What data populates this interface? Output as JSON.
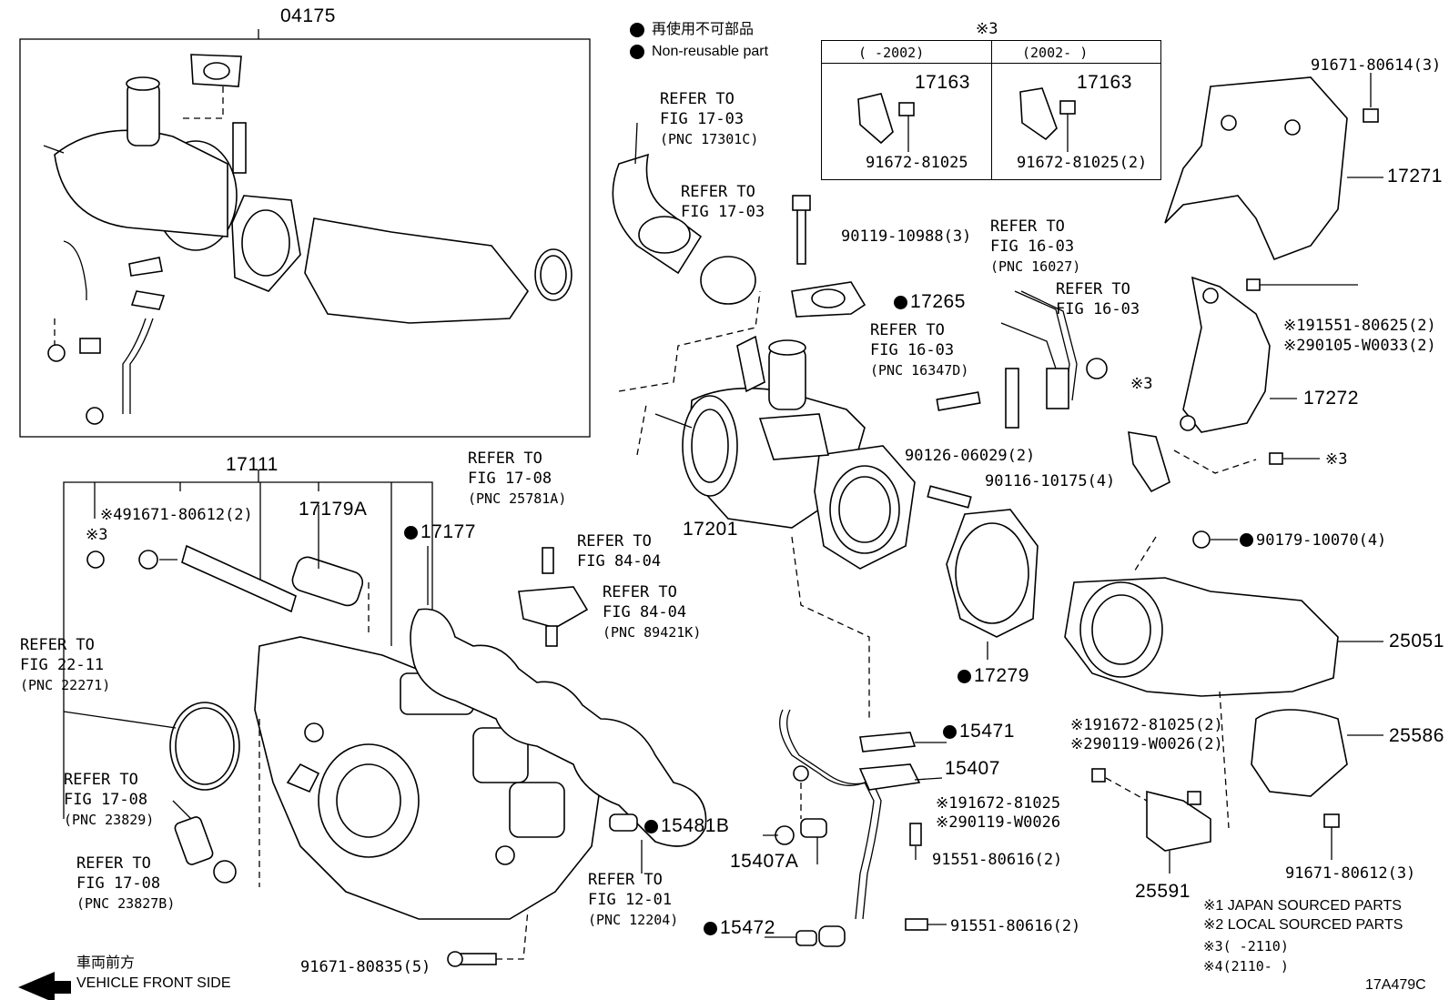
{
  "legend": {
    "nonreusable_jp": "再使用不可部品",
    "nonreusable_en": "Non-reusable part"
  },
  "box3": {
    "title": "※3",
    "col1_head": "(      -2002)",
    "col2_head": "(2002-       )",
    "col1_part": "17163",
    "col1_bolt": "91672-81025",
    "col2_part": "17163",
    "col2_bolt": "91672-81025(2)"
  },
  "labels": {
    "p04175": "04175",
    "p17111": "17111",
    "p17179A": "17179A",
    "p17177": "17177",
    "p17201": "17201",
    "p17265": "17265",
    "p17271": "17271",
    "p17272": "17272",
    "p17279": "17279",
    "p25051": "25051",
    "p25586": "25586",
    "p25591": "25591",
    "p15471": "15471",
    "p15407": "15407",
    "p15407A": "15407A",
    "p15481B": "15481B",
    "p15472": "15472",
    "b91671_80614": "91671-80614(3)",
    "b91551_80625": "※191551-80625(2)",
    "b90105_W0033": "※290105-W0033(2)",
    "b90119_10988": "90119-10988(3)",
    "b90126_06029": "90126-06029(2)",
    "b90116_10175": "90116-10175(4)",
    "b90179_10070": "90179-10070(4)",
    "b91672_81025_2": "※191672-81025(2)",
    "b90119_W0026_2": "※290119-W0026(2)",
    "b91672_81025": "※191672-81025",
    "b90119_W0026": "※290119-W0026",
    "b91551_80616a": "91551-80616(2)",
    "b91551_80616b": "91551-80616(2)",
    "b91671_80612_3": "91671-80612(3)",
    "b91671_80612_2": "※491671-80612(2)",
    "b91671_80835": "91671-80835(5)",
    "ref3a": "※3",
    "ref3b": "※3",
    "ref3c": "※3",
    "code": "17A479C"
  },
  "refs": {
    "r1703a": [
      "REFER TO",
      "FIG 17-03",
      "(PNC 17301C)"
    ],
    "r1703b": [
      "REFER TO",
      "FIG 17-03"
    ],
    "r1603a": [
      "REFER TO",
      "FIG 16-03",
      "(PNC 16027)"
    ],
    "r1603b": [
      "REFER TO",
      "FIG 16-03"
    ],
    "r1603c": [
      "REFER TO",
      "FIG 16-03",
      "(PNC 16347D)"
    ],
    "r1708a": [
      "REFER TO",
      "FIG 17-08",
      "(PNC 25781A)"
    ],
    "r8404a": [
      "REFER TO",
      "FIG 84-04"
    ],
    "r8404b": [
      "REFER TO",
      "FIG 84-04",
      "(PNC 89421K)"
    ],
    "r2211": [
      "REFER TO",
      "FIG 22-11",
      "(PNC 22271)"
    ],
    "r1708b": [
      "REFER TO",
      "FIG 17-08",
      "(PNC 23829)"
    ],
    "r1708c": [
      "REFER TO",
      "FIG 17-08",
      "(PNC 23827B)"
    ],
    "r1201": [
      "REFER TO",
      "FIG 12-01",
      "(PNC 12204)"
    ]
  },
  "notes": {
    "n1": "※1  JAPAN SOURCED PARTS",
    "n2": "※2  LOCAL SOURCED PARTS",
    "n3": "※3(       -2110)",
    "n4": "※4(2110-       )"
  },
  "front": {
    "jp": "車両前方",
    "en": "VEHICLE FRONT SIDE"
  }
}
